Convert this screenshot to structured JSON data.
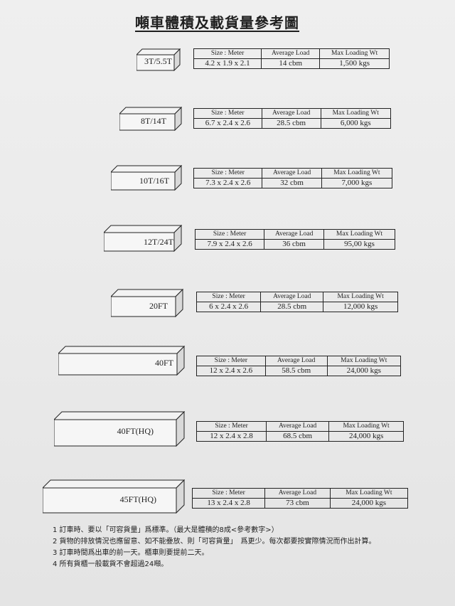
{
  "title": "噸車體積及載貨量參考圖",
  "headers": {
    "size": "Size : Meter",
    "avg": "Average Load",
    "max": "Max Loading Wt"
  },
  "trucks": [
    {
      "label": "3T/5.5T",
      "size": "4.2 x 1.9 x 2.1",
      "avg": "14 cbm",
      "max": "1,500 kgs"
    },
    {
      "label": "8T/14T",
      "size": "6.7 x 2.4 x 2.6",
      "avg": "28.5 cbm",
      "max": "6,000 kgs"
    },
    {
      "label": "10T/16T",
      "size": "7.3 x 2.4 x 2.6",
      "avg": "32 cbm",
      "max": "7,000 kgs"
    },
    {
      "label": "12T/24T",
      "size": "7.9 x 2.4 x 2.6",
      "avg": "36 cbm",
      "max": "95,00 kgs"
    },
    {
      "label": "20FT",
      "size": "6 x 2.4 x 2.6",
      "avg": "28.5 cbm",
      "max": "12,000 kgs"
    },
    {
      "label": "40FT",
      "size": "12 x 2.4 x 2.6",
      "avg": "58.5 cbm",
      "max": "24,000 kgs"
    },
    {
      "label": "40FT(HQ)",
      "size": "12 x 2.4 x 2.8",
      "avg": "68.5 cbm",
      "max": "24,000 kgs"
    },
    {
      "label": "45FT(HQ)",
      "size": "13 x 2.4 x 2.8",
      "avg": "73 cbm",
      "max": "24,000 kgs"
    }
  ],
  "notes": [
    "1 訂車時、要以「可容貨量」爲標準。（最大是體積的8成<參考數字>）",
    "2 貨物的排放情況也應留意、如不能疊放、則「可容貨量」　爲更少。每次都要按實際情況而作出計算。",
    "3 訂車時間爲出車的前一天。櫃車則要提前二天。",
    "4 所有貨櫃一般載貨不會超過24噸。"
  ]
}
